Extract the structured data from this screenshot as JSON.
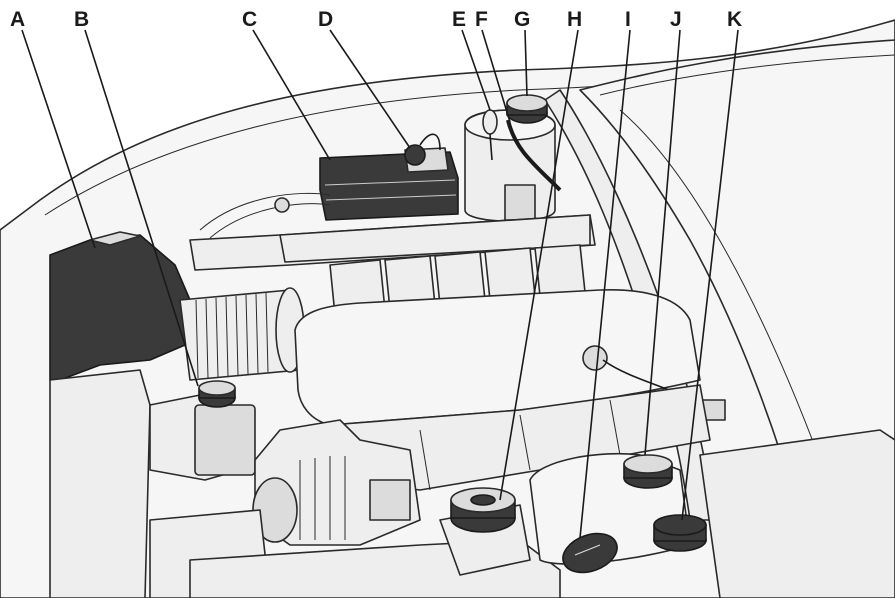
{
  "diagram": {
    "type": "engine-compartment-callouts",
    "callouts": [
      {
        "id": "a",
        "label": "A"
      },
      {
        "id": "b",
        "label": "B"
      },
      {
        "id": "c",
        "label": "C"
      },
      {
        "id": "d",
        "label": "D"
      },
      {
        "id": "e",
        "label": "E"
      },
      {
        "id": "f",
        "label": "F"
      },
      {
        "id": "g",
        "label": "G"
      },
      {
        "id": "h",
        "label": "H"
      },
      {
        "id": "i",
        "label": "I"
      },
      {
        "id": "j",
        "label": "J"
      },
      {
        "id": "k",
        "label": "K"
      }
    ]
  }
}
